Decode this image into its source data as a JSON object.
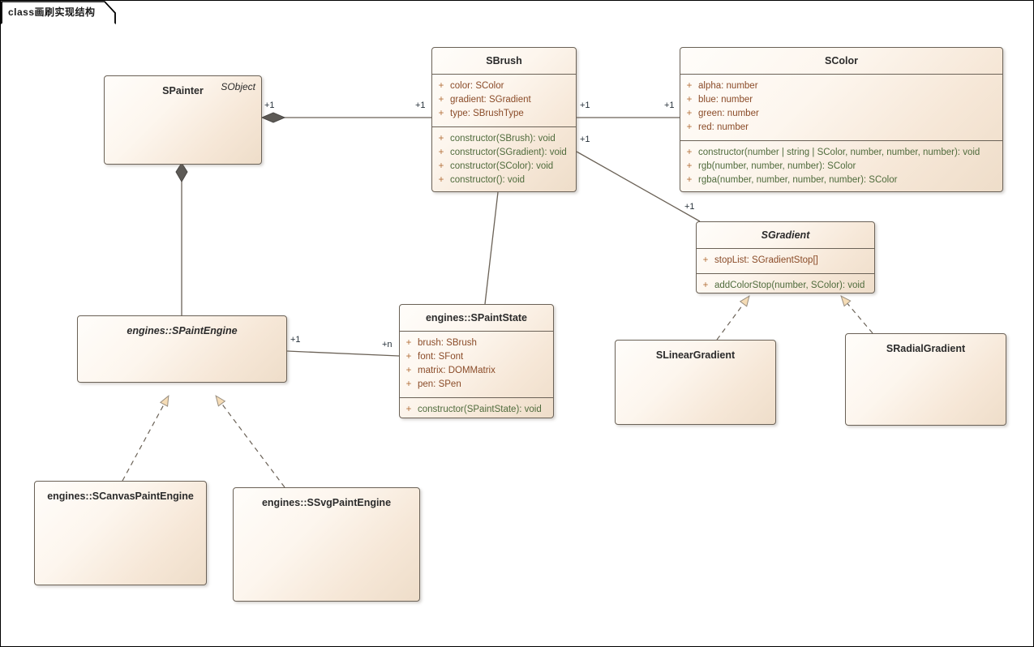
{
  "frame": {
    "label": "class画刷实现结构",
    "kind": "class-diagram-frame"
  },
  "classes": {
    "spainter": {
      "name": "SPainter",
      "stereotype": "SObject",
      "abstract": false
    },
    "sbrush": {
      "name": "SBrush",
      "abstract": false,
      "attributes": [
        {
          "vis": "+",
          "text": "color: SColor"
        },
        {
          "vis": "+",
          "text": "gradient: SGradient"
        },
        {
          "vis": "+",
          "text": "type: SBrushType"
        }
      ],
      "operations": [
        {
          "vis": "+",
          "text": "constructor(SBrush): void"
        },
        {
          "vis": "+",
          "text": "constructor(SGradient): void"
        },
        {
          "vis": "+",
          "text": "constructor(SColor): void"
        },
        {
          "vis": "+",
          "text": "constructor(): void"
        }
      ]
    },
    "scolor": {
      "name": "SColor",
      "abstract": false,
      "attributes": [
        {
          "vis": "+",
          "text": "alpha: number"
        },
        {
          "vis": "+",
          "text": "blue: number"
        },
        {
          "vis": "+",
          "text": "green: number"
        },
        {
          "vis": "+",
          "text": "red: number"
        }
      ],
      "operations": [
        {
          "vis": "+",
          "text": "constructor(number | string | SColor, number, number, number): void"
        },
        {
          "vis": "+",
          "text": "rgb(number, number, number): SColor"
        },
        {
          "vis": "+",
          "text": "rgba(number, number, number, number): SColor"
        }
      ]
    },
    "sgradient": {
      "name": "SGradient",
      "abstract": true,
      "attributes": [
        {
          "vis": "+",
          "text": "stopList: SGradientStop[]"
        }
      ],
      "operations": [
        {
          "vis": "+",
          "text": "addColorStop(number, SColor): void"
        }
      ]
    },
    "spaintengine": {
      "name": "engines::SPaintEngine",
      "abstract": true
    },
    "spaintstate": {
      "name": "engines::SPaintState",
      "abstract": false,
      "attributes": [
        {
          "vis": "+",
          "text": "brush: SBrush"
        },
        {
          "vis": "+",
          "text": "font: SFont"
        },
        {
          "vis": "+",
          "text": "matrix: DOMMatrix"
        },
        {
          "vis": "+",
          "text": "pen: SPen"
        }
      ],
      "operations": [
        {
          "vis": "+",
          "text": "constructor(SPaintState): void"
        }
      ]
    },
    "slineargradient": {
      "name": "SLinearGradient",
      "abstract": false
    },
    "sradialgradient": {
      "name": "SRadialGradient",
      "abstract": false
    },
    "scanvaspaintengine": {
      "name": "engines::SCanvasPaintEngine",
      "abstract": false
    },
    "ssvgpaintengine": {
      "name": "engines::SSvgPaintEngine",
      "abstract": false
    }
  },
  "multiplicities": {
    "painter_brush_src": "+1",
    "painter_brush_dst": "+1",
    "brush_color_src": "+1",
    "brush_color_dst": "+1",
    "brush_gradient_src": "+1",
    "brush_gradient_dst": "+1",
    "engine_state_src": "+1",
    "engine_state_dst": "+n"
  },
  "relations": [
    {
      "name": "painter-to-brush",
      "type": "aggregation",
      "from": "SPainter",
      "to": "SBrush"
    },
    {
      "name": "brush-to-color",
      "type": "association",
      "from": "SBrush",
      "to": "SColor"
    },
    {
      "name": "brush-to-gradient",
      "type": "association",
      "from": "SBrush",
      "to": "SGradient"
    },
    {
      "name": "painter-to-paintengine",
      "type": "composition",
      "from": "SPainter",
      "to": "engines::SPaintEngine"
    },
    {
      "name": "brush-to-paintstate",
      "type": "association",
      "from": "SBrush",
      "to": "engines::SPaintState"
    },
    {
      "name": "paintengine-to-paintstate",
      "type": "association",
      "from": "engines::SPaintEngine",
      "to": "engines::SPaintState"
    },
    {
      "name": "canvaspaintengine-realizes-paintengine",
      "type": "realization",
      "from": "engines::SCanvasPaintEngine",
      "to": "engines::SPaintEngine"
    },
    {
      "name": "svgpaintengine-realizes-paintengine",
      "type": "realization",
      "from": "engines::SSvgPaintEngine",
      "to": "engines::SPaintEngine"
    },
    {
      "name": "lineargradient-realizes-gradient",
      "type": "realization",
      "from": "SLinearGradient",
      "to": "SGradient"
    },
    {
      "name": "radialgradient-realizes-gradient",
      "type": "realization",
      "from": "SRadialGradient",
      "to": "SGradient"
    }
  ],
  "colors": {
    "box_fill_light": "#fffdfa",
    "box_fill_dark": "#eeddc9",
    "box_border": "#6b6257",
    "attribute_text": "#8a4b28",
    "operation_text": "#4f6b3c",
    "visibility_text": "#b4703a",
    "connector": "#6b6257",
    "arrow_fill": "#f5dcb6",
    "diamond_fill": "#5a5a5a",
    "frame_border": "#000000"
  }
}
